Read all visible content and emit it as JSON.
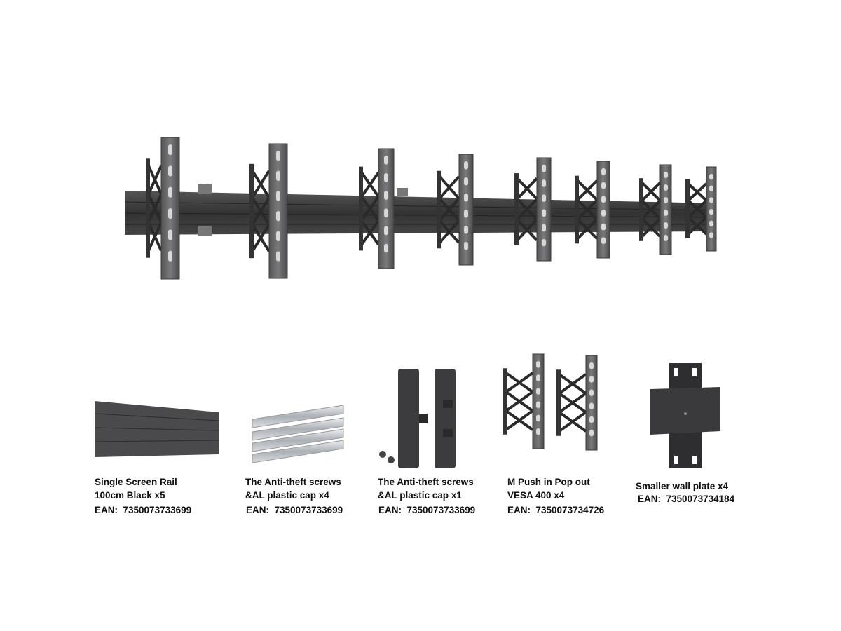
{
  "products": [
    {
      "line1": "Single Screen Rail",
      "line2": "100cm Black x5",
      "ean_label": "EAN:",
      "ean": "7350073733699"
    },
    {
      "line1": "The Anti-theft screws",
      "line2": "&AL plastic cap x4",
      "ean_label": "EAN:",
      "ean": "7350073733699"
    },
    {
      "line1": "The Anti-theft screws",
      "line2": "&AL plastic cap x1",
      "ean_label": "EAN:",
      "ean": "7350073733699"
    },
    {
      "line1": "M Push in Pop out",
      "line2": "VESA 400 x4",
      "ean_label": "EAN:",
      "ean": "7350073734726"
    },
    {
      "line1": "Smaller wall plate x4",
      "ean_label": "EAN:",
      "ean": "7350073734184"
    }
  ],
  "colors": {
    "rail": "#3c3c3e",
    "bracket": "#5a5a5c",
    "silver": "#c8ccd0",
    "text": "#111111"
  }
}
